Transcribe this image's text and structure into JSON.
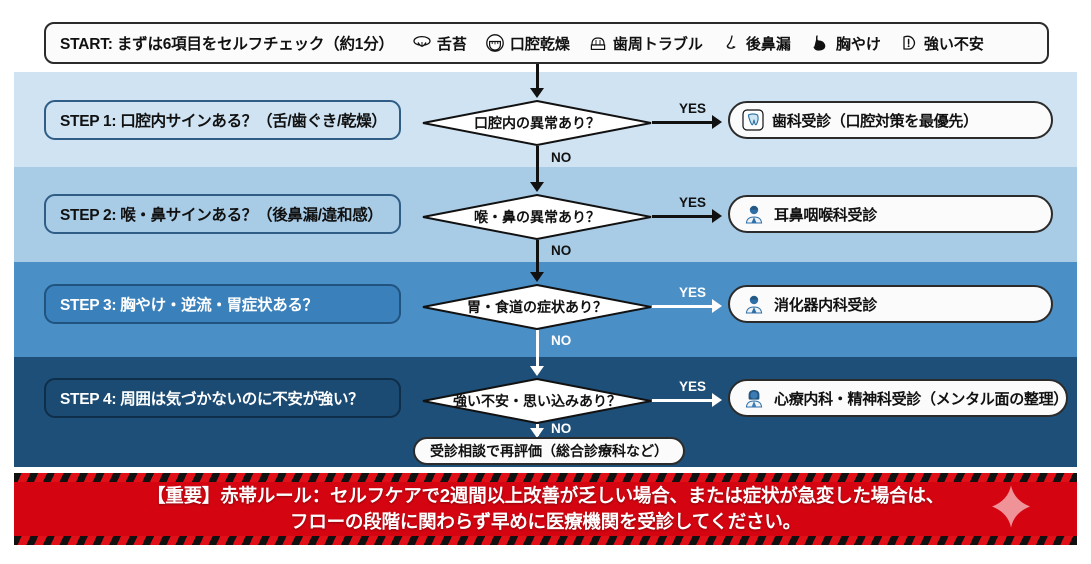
{
  "start": {
    "title": "START: まずは6項目をセルフチェック（約1分）",
    "symptoms": [
      {
        "icon": "tongue-icon",
        "label": "舌苔"
      },
      {
        "icon": "dry-mouth-icon",
        "label": "口腔乾燥"
      },
      {
        "icon": "tooth-gum-icon",
        "label": "歯周トラブル"
      },
      {
        "icon": "nose-icon",
        "label": "後鼻漏"
      },
      {
        "icon": "stomach-icon",
        "label": "胸やけ"
      },
      {
        "icon": "anxiety-icon",
        "label": "強い不安"
      }
    ]
  },
  "steps": [
    {
      "label": "STEP 1: 口腔内サインある？（舌/歯ぐき/乾燥）",
      "question": "口腔内の異常あり？",
      "yes_label": "YES",
      "no_label": "NO",
      "result": "歯科受診（口腔対策を最優先）",
      "result_icon": "tooth-icon",
      "band_color": "#cfe3f2"
    },
    {
      "label": "STEP 2: 喉・鼻サインある？（後鼻漏/違和感）",
      "question": "喉・鼻の異常あり？",
      "yes_label": "YES",
      "no_label": "NO",
      "result": "耳鼻咽喉科受診",
      "result_icon": "doctor-icon",
      "band_color": "#a8cbe6"
    },
    {
      "label": "STEP 3: 胸やけ・逆流・胃症状ある？",
      "question": "胃・食道の症状あり？",
      "yes_label": "YES",
      "no_label": "NO",
      "result": "消化器内科受診",
      "result_icon": "doctor-icon",
      "band_color": "#4a8fc6"
    },
    {
      "label": "STEP 4: 周囲は気づかないのに不安が強い？",
      "question": "強い不安・思い込みあり？",
      "yes_label": "YES",
      "no_label": "NO",
      "result": "心療内科・精神科受診（メンタル面の整理）",
      "result_icon": "female-doctor-icon",
      "band_color": "#1d4f78"
    }
  ],
  "final_box": "受診相談で再評価（総合診療科など）",
  "banner": {
    "line1": "【重要】赤帯ルール：セルフケアで2週間以上改善が乏しい場合、または症状が急変した場合は、",
    "line2": "フローの段階に関わらず早めに医療機関を受診してください。",
    "background": "#d40511",
    "sparkle_icon": "sparkle-icon"
  }
}
